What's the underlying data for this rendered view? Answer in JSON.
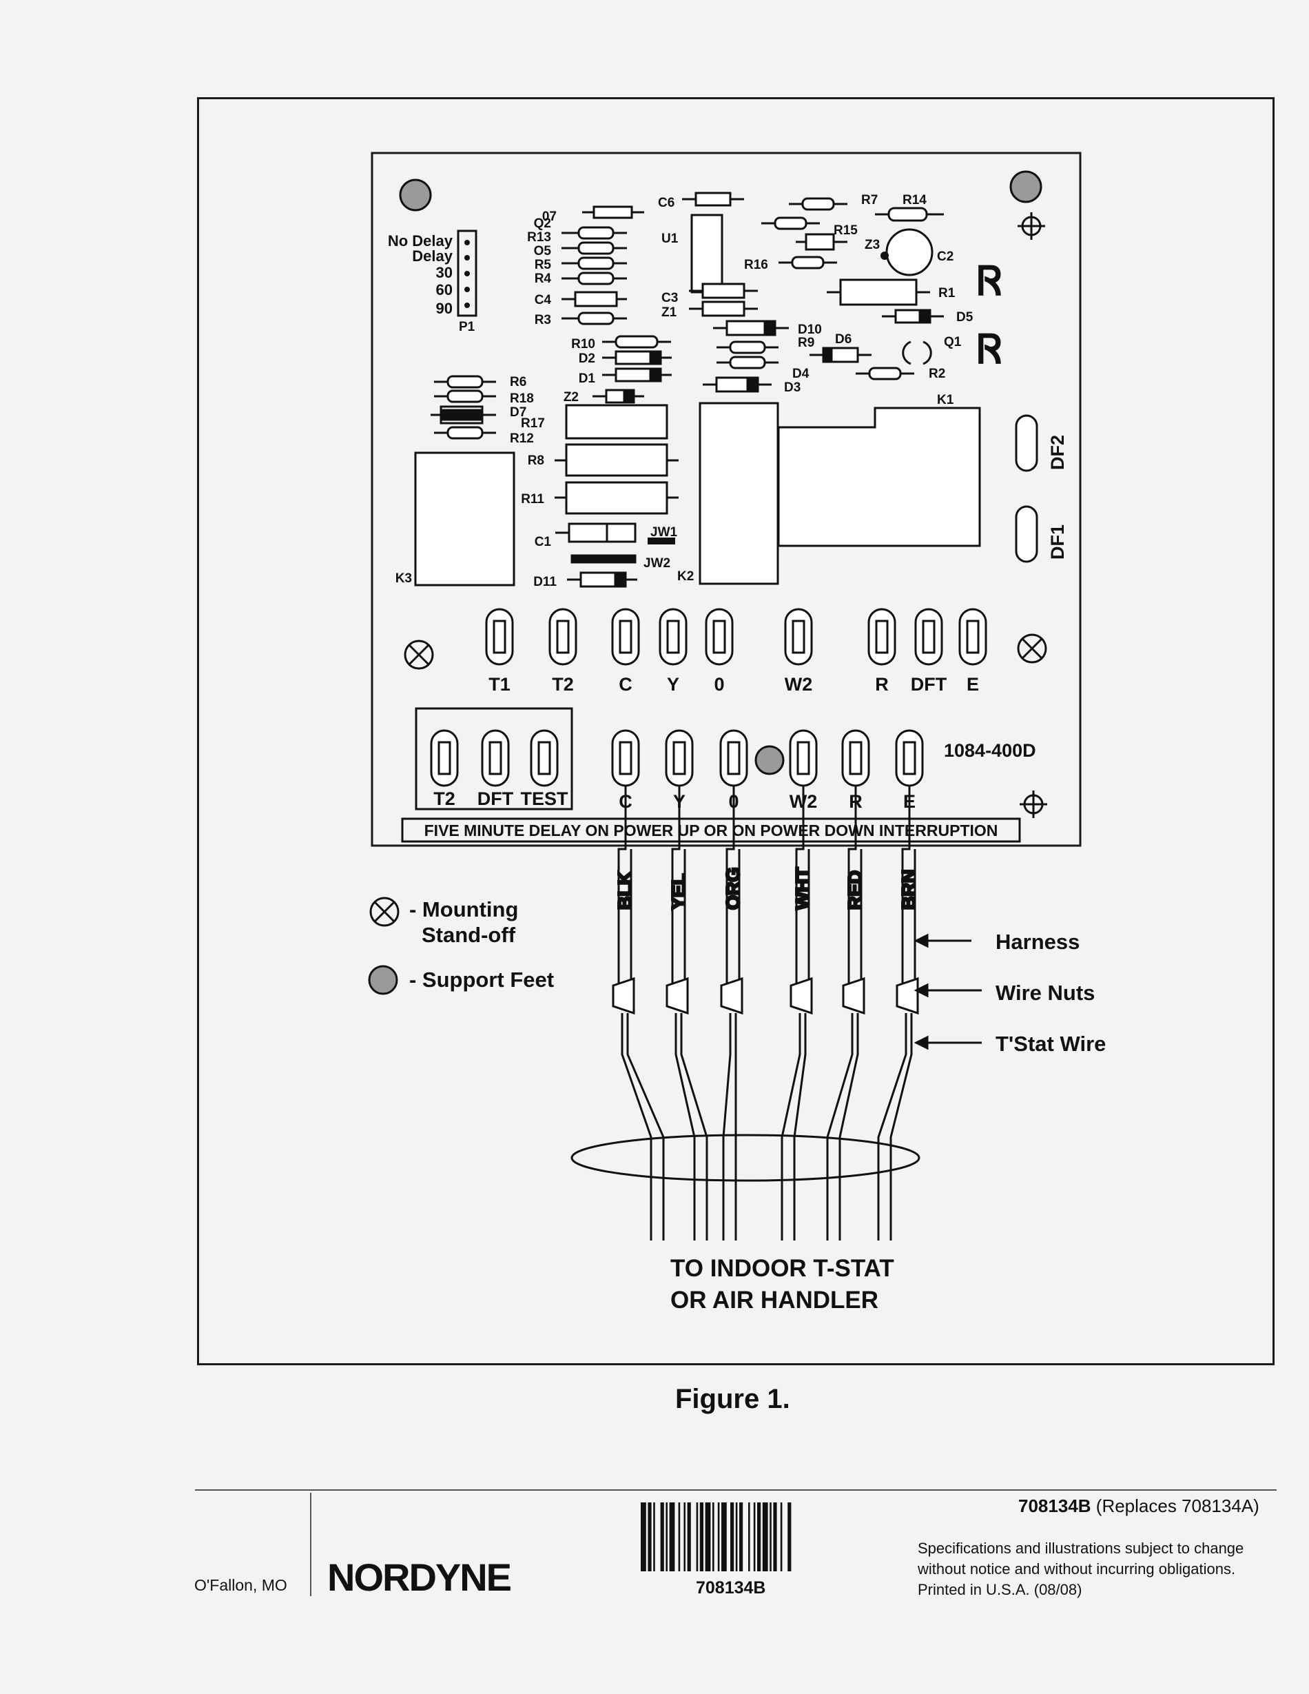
{
  "board": {
    "components_top": [
      "Q2",
      "R13",
      "O5",
      "R5",
      "R4",
      "C4",
      "R3",
      "07",
      "C6",
      "U1",
      "C3",
      "Z1",
      "R7",
      "R14",
      "R15",
      "Z3",
      "C2",
      "R16",
      "R1",
      "D5",
      "D10",
      "R9",
      "D6",
      "Q1",
      "D4",
      "D3",
      "R2",
      "K1",
      "R10",
      "D2",
      "D1",
      "Z2",
      "R6",
      "R18",
      "D7",
      "R17",
      "R12",
      "R8",
      "R11",
      "C1",
      "JW1",
      "JW2",
      "K2",
      "K3",
      "D11"
    ],
    "p1_header": {
      "label": "P1",
      "options": [
        "No Delay",
        "Delay",
        "30",
        "60",
        "90"
      ]
    },
    "df_labels": [
      "DF2",
      "DF1"
    ],
    "top_terminals": [
      "T1",
      "T2",
      "C",
      "Y",
      "0",
      "W2",
      "R",
      "DFT",
      "E"
    ],
    "bottom_terminals_left": [
      "T2",
      "DFT",
      "TEST"
    ],
    "bottom_terminals_right": [
      "C",
      "Y",
      "0",
      "W2",
      "R",
      "E"
    ],
    "model": "1084-400D",
    "notice": "FIVE MINUTE DELAY ON POWER UP OR ON POWER DOWN INTERRUPTION"
  },
  "wires": [
    "BLK",
    "YEL",
    "ORG",
    "WHT",
    "RED",
    "BRN"
  ],
  "callouts": {
    "harness": "Harness",
    "wire_nuts": "Wire Nuts",
    "tstat_wire": "T'Stat Wire"
  },
  "legend": {
    "mounting_line1": "- Mounting",
    "mounting_line2": "Stand-off",
    "support": "- Support Feet"
  },
  "destination": {
    "line1": "TO INDOOR T-STAT",
    "line2": "OR AIR HANDLER"
  },
  "caption": "Figure 1.",
  "footer": {
    "city": "O'Fallon, MO",
    "brand": "NORDYNE",
    "doc_number": "708134B",
    "replaces": "(Replaces 708134A)",
    "barcode_number": "708134B",
    "specs_line1": "Specifications and illustrations subject to change",
    "specs_line2": "without notice and without incurring obligations.",
    "specs_line3": "Printed in U.S.A.  (08/08)"
  }
}
